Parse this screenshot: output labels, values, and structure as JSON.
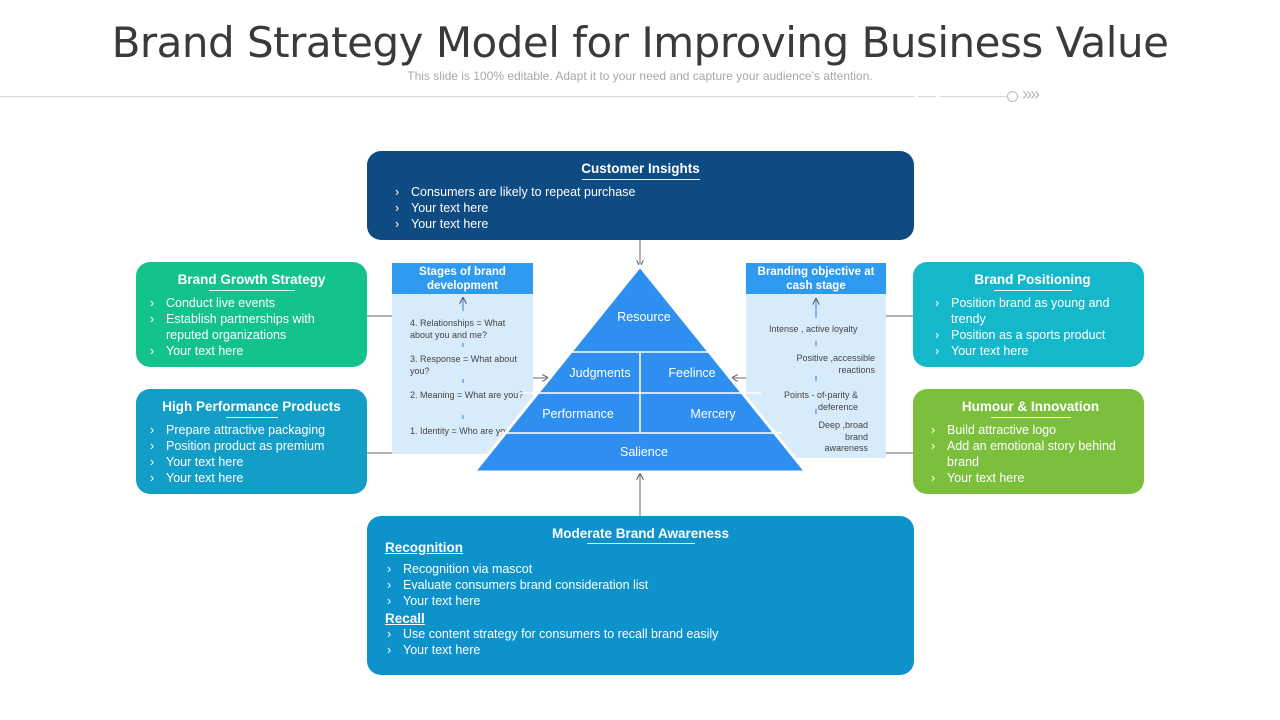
{
  "header": {
    "title": "Brand Strategy Model for Improving Business Value",
    "subtitle": "This slide is 100% editable. Adapt it to your need and capture your audience’s attention."
  },
  "customer_insights": {
    "title": "Customer Insights",
    "items": [
      "Consumers  are likely to repeat  purchase",
      "Your text here",
      "Your text here"
    ]
  },
  "brand_growth": {
    "title": "Brand Growth Strategy",
    "items": [
      "Conduct live events",
      "Establish partnerships  with reputed organizations",
      "Your text here"
    ]
  },
  "high_performance": {
    "title": "High Performance Products",
    "items": [
      "Prepare attractive packaging",
      "Position product as premium",
      "Your text here",
      "Your text here"
    ]
  },
  "brand_positioning": {
    "title": "Brand  Positioning",
    "items": [
      "Position brand as young and trendy",
      "Position as a sports product",
      "Your text here"
    ]
  },
  "humour": {
    "title": "Humour & Innovation",
    "items": [
      "Build attractive logo",
      "Add an emotional story behind brand",
      "Your text here"
    ]
  },
  "moderate": {
    "title": "Moderate Brand Awareness",
    "recognition_label": "Recognition",
    "recognition_items": [
      "Recognition via mascot",
      "Evaluate  consumers  brand  consideration list",
      "Your text here"
    ],
    "recall_label": "Recall",
    "recall_items": [
      "Use content strategy  for consumers to recall brand easily",
      "Your text here"
    ]
  },
  "stages_panel": {
    "header": "Stages of brand development",
    "items": [
      "4. Relationships = What about you and me?",
      "3. Response = What about you?",
      "2. Meaning  = What are  you?",
      "1. Identity  = Who are you?"
    ]
  },
  "objective_panel": {
    "header": "Branding objective at cash stage",
    "items": [
      "Intense , active loyalty",
      "Positive ,accessible reactions",
      "Points - of-parity & deference",
      "Deep ,broad brand awareness"
    ]
  },
  "pyramid": {
    "resource": "Resource",
    "judgments": "Judgments",
    "feelince": "Feelince",
    "performance": "Performance",
    "mercery": "Mercery",
    "salience": "Salience"
  },
  "colors": {
    "customer_insights": "#0d4b82",
    "brand_growth": "#14c38b",
    "high_performance": "#129ec7",
    "brand_positioning": "#15b7cb",
    "humour": "#7bbf3d",
    "moderate": "#0e92cc",
    "pyramid": "#2e8ff0",
    "panel": "#d8ebfb"
  }
}
